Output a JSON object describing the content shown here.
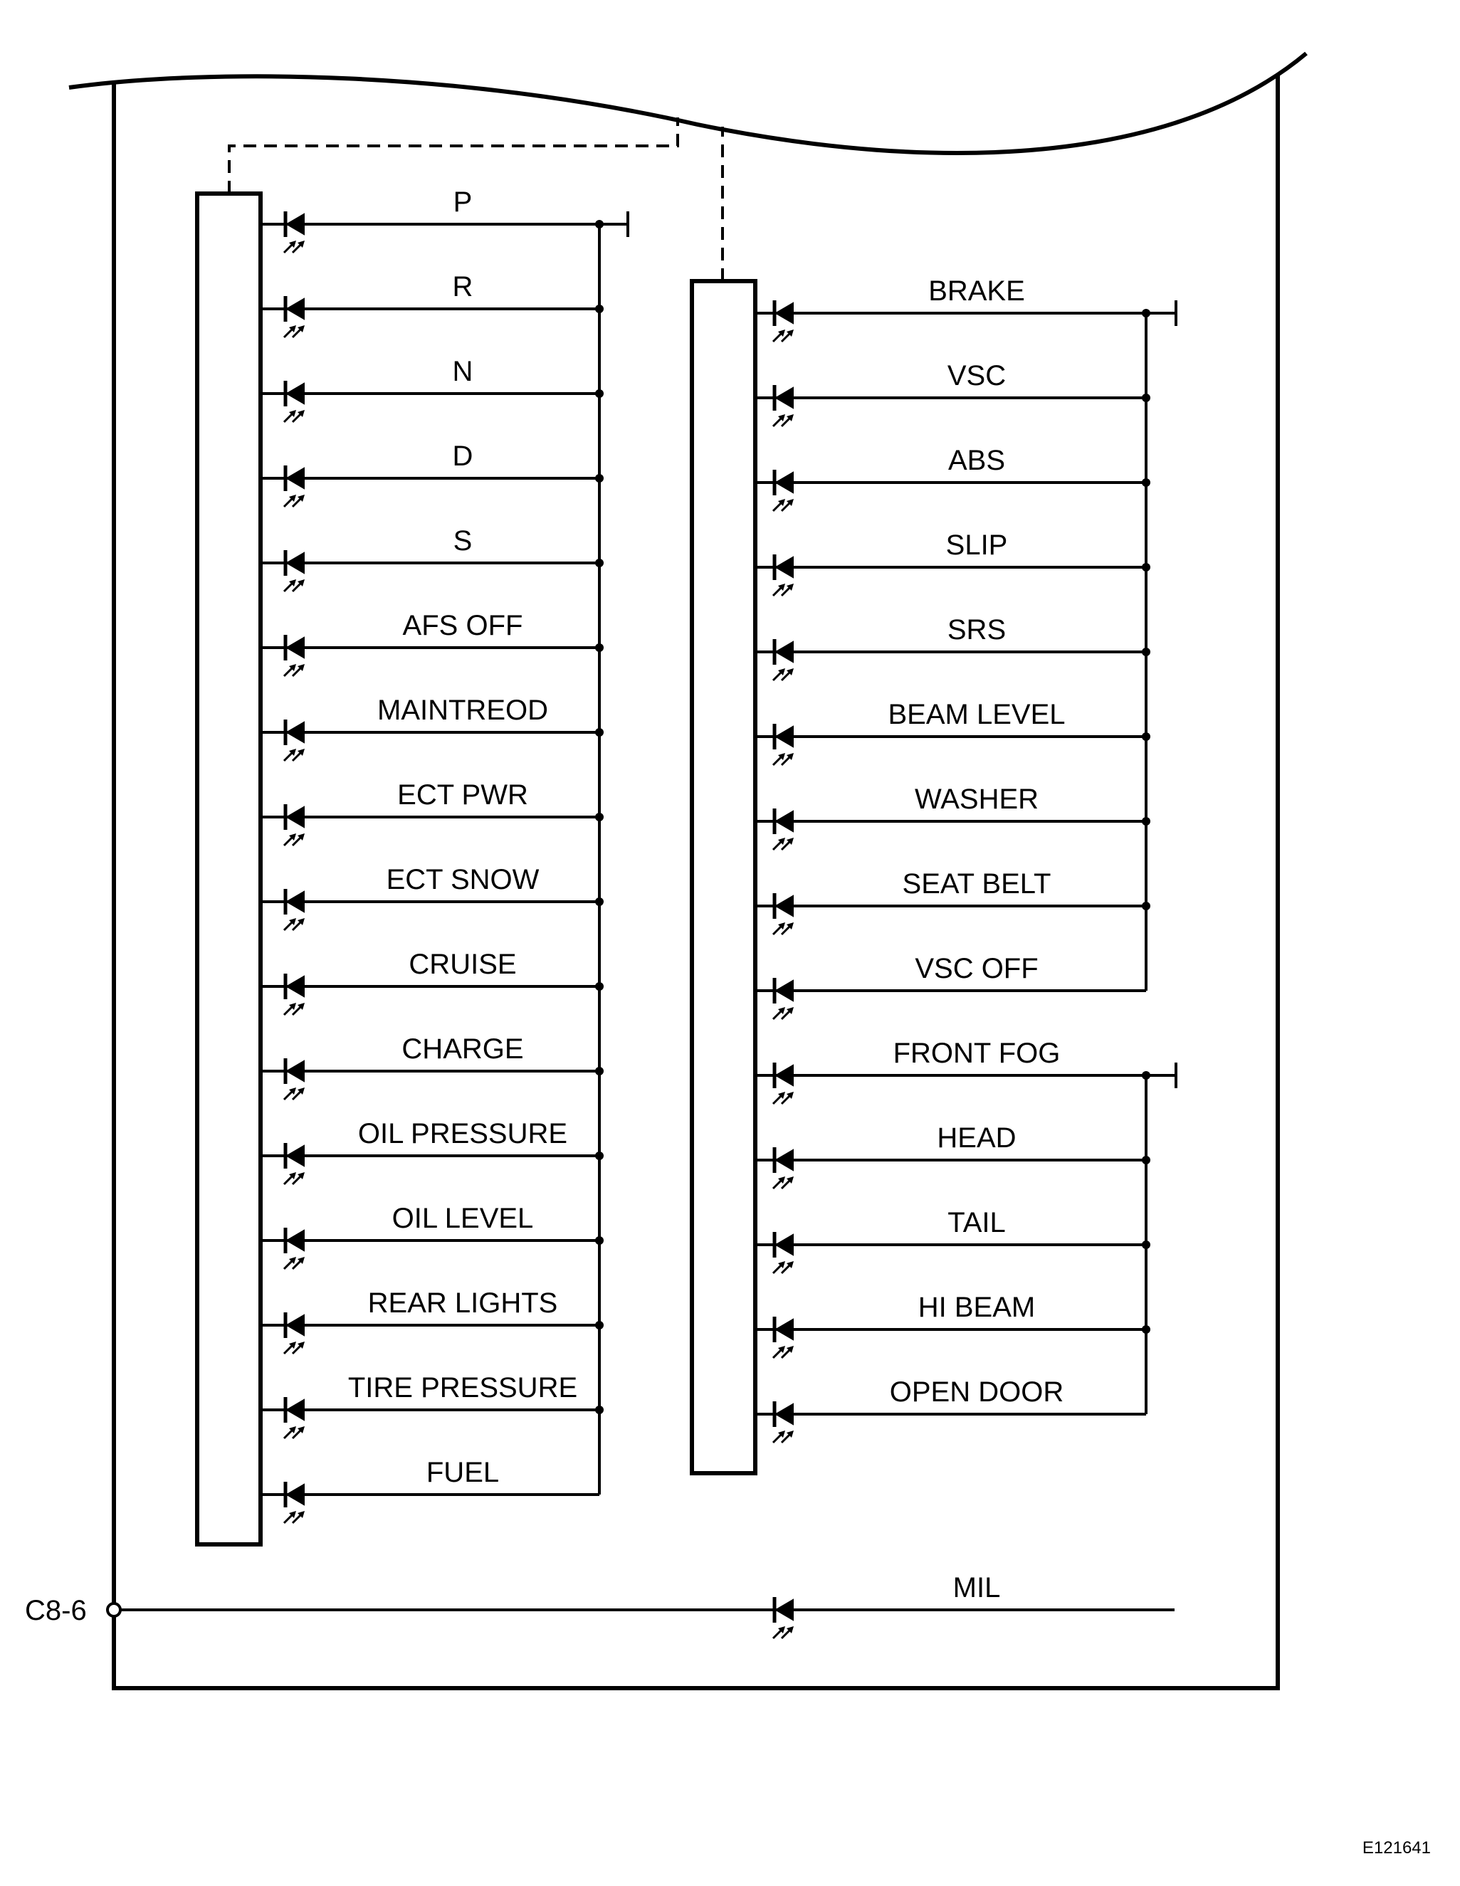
{
  "left_column": [
    "P",
    "R",
    "N",
    "D",
    "S",
    "AFS OFF",
    "MAINTREOD",
    "ECT PWR",
    "ECT SNOW",
    "CRUISE",
    "CHARGE",
    "OIL PRESSURE",
    "OIL LEVEL",
    "REAR LIGHTS",
    "TIRE PRESSURE",
    "FUEL"
  ],
  "right_column": [
    "BRAKE",
    "VSC",
    "ABS",
    "SLIP",
    "SRS",
    "BEAM LEVEL",
    "WASHER",
    "SEAT BELT",
    "VSC OFF",
    "FRONT FOG",
    "HEAD",
    "TAIL",
    "HI BEAM",
    "OPEN DOOR"
  ],
  "mil_label": "MIL",
  "connector_label": "C8-6",
  "figure_code": "E121641"
}
